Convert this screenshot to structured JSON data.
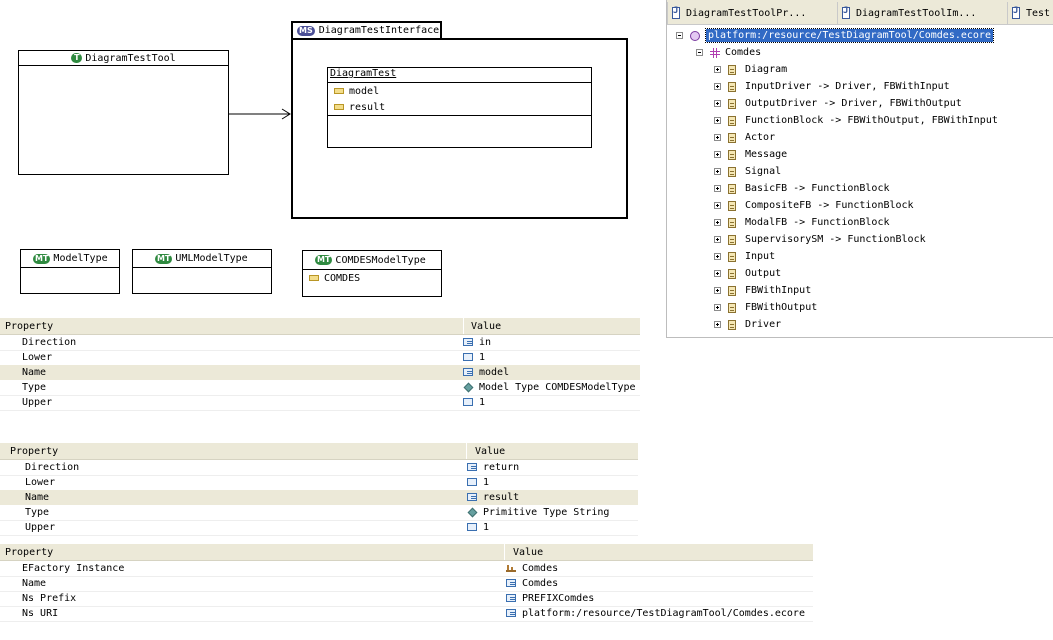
{
  "diagram": {
    "tool_class": {
      "stereotype": "T",
      "name": "DiagramTestTool"
    },
    "interface": {
      "stereotype": "MS",
      "name": "DiagramTestInterface"
    },
    "inner_class": {
      "name": "DiagramTest",
      "attributes": [
        "model",
        "result"
      ]
    },
    "model_types": [
      {
        "stereotype": "MT",
        "name": "ModelType",
        "attributes": []
      },
      {
        "stereotype": "MT",
        "name": "UMLModelType",
        "attributes": []
      },
      {
        "stereotype": "MT",
        "name": "COMDESModelType",
        "attributes": [
          "COMDES"
        ]
      }
    ]
  },
  "editor_tabs": [
    "DiagramTestToolPr...",
    "DiagramTestToolIm...",
    "Test"
  ],
  "tree": {
    "root": "platform:/resource/TestDiagramTool/Comdes.ecore",
    "package": "Comdes",
    "classes": [
      "Diagram",
      "InputDriver -> Driver, FBWithInput",
      "OutputDriver -> Driver, FBWithOutput",
      "FunctionBlock -> FBWithOutput, FBWithInput",
      "Actor",
      "Message",
      "Signal",
      "BasicFB -> FunctionBlock",
      "CompositeFB -> FunctionBlock",
      "ModalFB -> FunctionBlock",
      "SupervisorySM -> FunctionBlock",
      "Input",
      "Output",
      "FBWithInput",
      "FBWithOutput",
      "Driver"
    ]
  },
  "property_tables": [
    {
      "header": [
        "Property",
        "Value"
      ],
      "rows": [
        {
          "property": "Direction",
          "value": "in",
          "icon": "list-icon"
        },
        {
          "property": "Lower",
          "value": "1",
          "icon": "number-icon"
        },
        {
          "property": "Name",
          "value": "model",
          "icon": "list-icon"
        },
        {
          "property": "Type",
          "value": "Model Type COMDESModelType",
          "icon": "diamond-icon"
        },
        {
          "property": "Upper",
          "value": "1",
          "icon": "number-icon"
        }
      ]
    },
    {
      "header": [
        "Property",
        "Value"
      ],
      "rows": [
        {
          "property": "Direction",
          "value": "return",
          "icon": "list-icon"
        },
        {
          "property": "Lower",
          "value": "1",
          "icon": "number-icon"
        },
        {
          "property": "Name",
          "value": "result",
          "icon": "list-icon"
        },
        {
          "property": "Type",
          "value": "Primitive Type String",
          "icon": "diamond-icon"
        },
        {
          "property": "Upper",
          "value": "1",
          "icon": "number-icon"
        }
      ]
    },
    {
      "header": [
        "Property",
        "Value"
      ],
      "rows": [
        {
          "property": "EFactory Instance",
          "value": "Comdes",
          "icon": "factory-icon"
        },
        {
          "property": "Name",
          "value": "Comdes",
          "icon": "list-icon"
        },
        {
          "property": "Ns Prefix",
          "value": "PREFIXComdes",
          "icon": "list-icon"
        },
        {
          "property": "Ns URI",
          "value": "platform:/resource/TestDiagramTool/Comdes.ecore",
          "icon": "list-icon"
        }
      ]
    }
  ],
  "colors": {
    "header_bg": "#ece9d8",
    "highlight_row": "#ece9d8",
    "selection": "#316ac5",
    "stereotype_green": "#2f8a40",
    "stereotype_purple": "#4b4f96"
  }
}
